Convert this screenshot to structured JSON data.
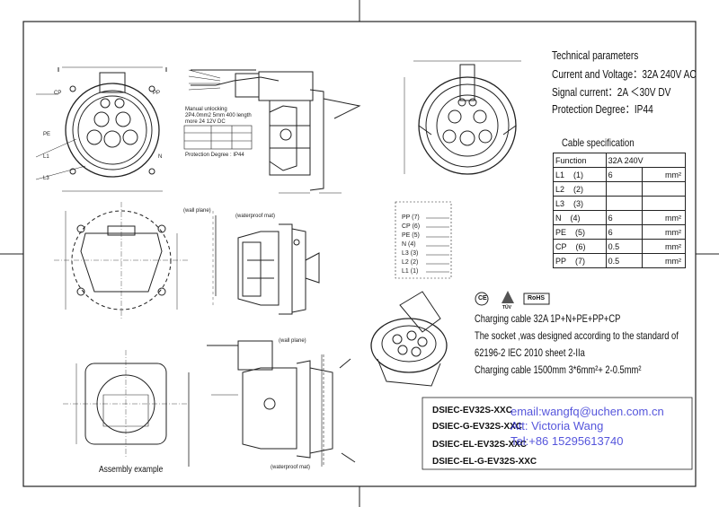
{
  "technical": {
    "title": "Technical parameters",
    "current_voltage": "Current and Voltage：32A 240V AC",
    "signal_current": "Signal current：2A  ＜30V DV",
    "protection": "Protection Degree：IP44"
  },
  "cable_spec": {
    "title": "Cable specification",
    "header": {
      "function": "Function",
      "value": "32A  240V"
    },
    "rows": [
      {
        "name": "L1",
        "num": "(1)",
        "value": "6",
        "unit": "mm²"
      },
      {
        "name": "L2",
        "num": "(2)",
        "value": "",
        "unit": ""
      },
      {
        "name": "L3",
        "num": "(3)",
        "value": "",
        "unit": ""
      },
      {
        "name": "N",
        "num": "(4)",
        "value": "6",
        "unit": "mm²"
      },
      {
        "name": "PE",
        "num": "(5)",
        "value": "6",
        "unit": "mm²"
      },
      {
        "name": "CP",
        "num": "(6)",
        "value": "0.5",
        "unit": "mm²"
      },
      {
        "name": "PP",
        "num": "(7)",
        "value": "0.5",
        "unit": "mm²"
      }
    ]
  },
  "certifications": {
    "ce": "CE",
    "tuv": "TÜV",
    "rohs": "RoHS"
  },
  "notes": {
    "charging_cable": "Charging cable           32A  1P+N+PE+PP+CP",
    "standard_1": "The socket ,was designed according to the standard of",
    "standard_2": "62196-2  IEC  2010  sheet  2-IIa",
    "charging_cable_2": "Charging cable   1500mm   3*6mm²+ 2-0.5mm²"
  },
  "models": [
    "DSIEC-EV32S-XXC",
    "DSIEC-G-EV32S-XXC",
    "DSIEC-EL-EV32S-XXC",
    "DSIEC-EL-G-EV32S-XXC"
  ],
  "contact": {
    "email": "email:wangfq@uchen.com.cn",
    "name": "Att: Victoria Wang",
    "tel": "Tel:+86 15295613740"
  },
  "pin_labels": [
    "PP",
    "CP",
    "PE",
    "N",
    "L3",
    "L2",
    "L1"
  ],
  "pin_numbers": [
    "(7)",
    "(6)",
    "(5)",
    "(4)",
    "(3)",
    "(2)",
    "(1)"
  ],
  "drawing_labels": {
    "wall_plane_1": "(wall plane)",
    "waterproof_mat_1": "(waterproof mat)",
    "wall_plane_2": "(wall plane)",
    "waterproof_mat_2": "(waterproof mat)",
    "assembly": "Assembly example",
    "marking_1": "Manual unlocking",
    "marking_2": "2P4.0mm2 5mm 400 length",
    "marking_3": "more 24 12V DC",
    "marking_4": "Protection Degree : IP44",
    "label_cp": "CP",
    "label_pp": "PP",
    "label_pe": "PE",
    "label_l1": "L1",
    "label_l3": "L3",
    "label_n": "N"
  }
}
